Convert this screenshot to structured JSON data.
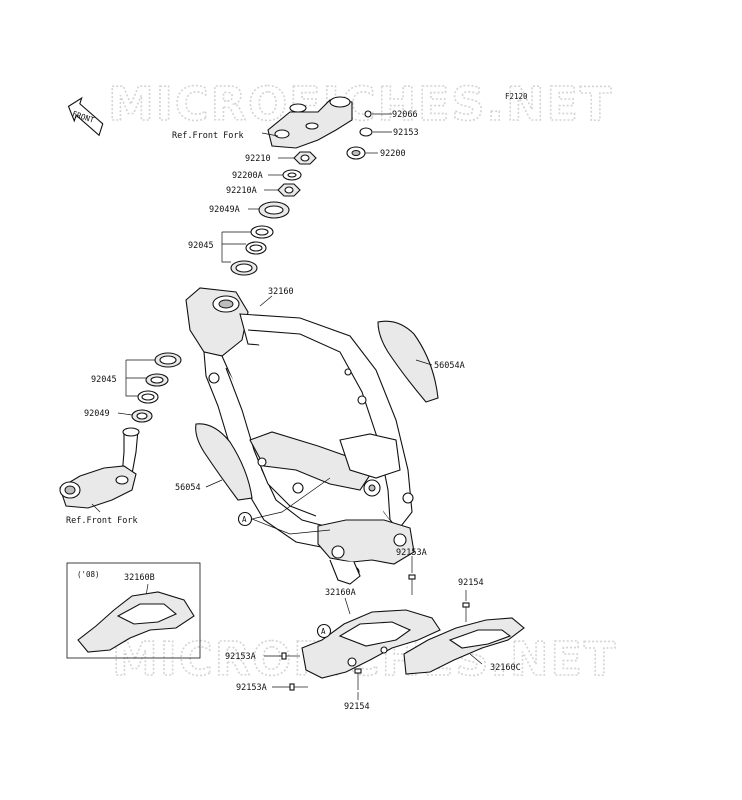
{
  "diagram_code": "F2120",
  "watermark": "MICROFICHES.NET",
  "front_arrow": "FRONT",
  "refs": {
    "front_fork_top": "Ref.Front Fork",
    "front_fork_bottom": "Ref.Front Fork"
  },
  "inset": {
    "year": "('08)",
    "part": "32160B"
  },
  "callout_letter": "A",
  "parts": {
    "p92066": "92066",
    "p92153": "92153",
    "p92200": "92200",
    "p92210": "92210",
    "p92200A": "92200A",
    "p92210A": "92210A",
    "p92049A": "92049A",
    "p92045_top": "92045",
    "p32160": "32160",
    "p56054A": "56054A",
    "p92045_bottom": "92045",
    "p92049": "92049",
    "p56054": "56054",
    "p92153A_top": "92153A",
    "p92154_right": "92154",
    "p32160A": "32160A",
    "p92153A_mid": "92153A",
    "p32160C": "32160C",
    "p92153A_bottom": "92153A",
    "p92154_bottom": "92154"
  }
}
